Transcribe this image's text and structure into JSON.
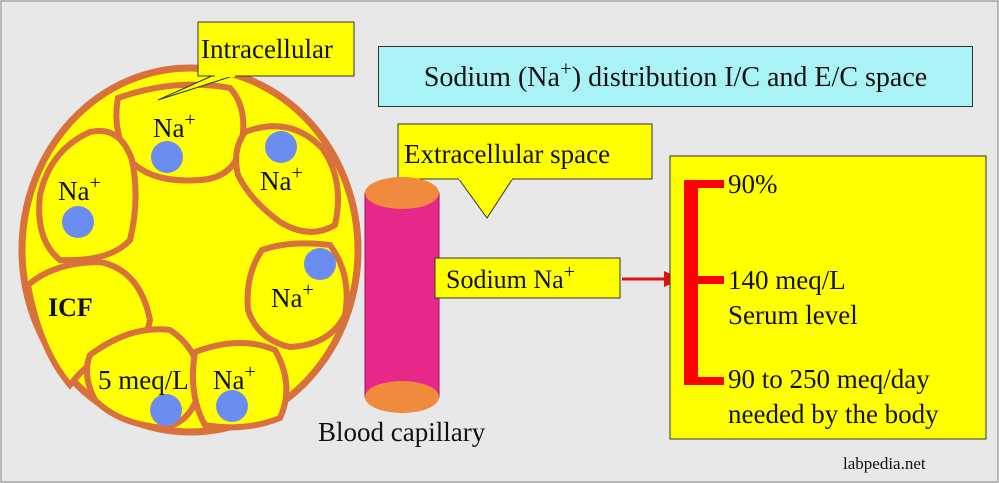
{
  "labels": {
    "intracellular": "Intracellular",
    "extracellular": "Extracellular space",
    "icf": "ICF",
    "na": "Na",
    "plus": "+",
    "conc_5": "5 meq/L",
    "blood_capillary": "Blood capillary",
    "sodium_label": "Sodium  Na"
  },
  "title": {
    "prefix": "Sodium (Na",
    "plus": "+",
    "suffix": ") distribution I/C and E/C space"
  },
  "stats": [
    {
      "line1": "90%",
      "line2": ""
    },
    {
      "line1": "140 meq/L",
      "line2": "Serum level"
    },
    {
      "line1": "90 to 250 meq/day",
      "line2": "needed by the body"
    }
  ],
  "credit": "labpedia.net",
  "colors": {
    "cell_fill": "#ffff00",
    "cell_border": "#d9713c",
    "nucleus": "#6b8cf0",
    "capillary": "#e8278a",
    "capillary_end": "#f08a3c",
    "title_bg": "#a9f3f7",
    "bracket": "#ff0000"
  }
}
